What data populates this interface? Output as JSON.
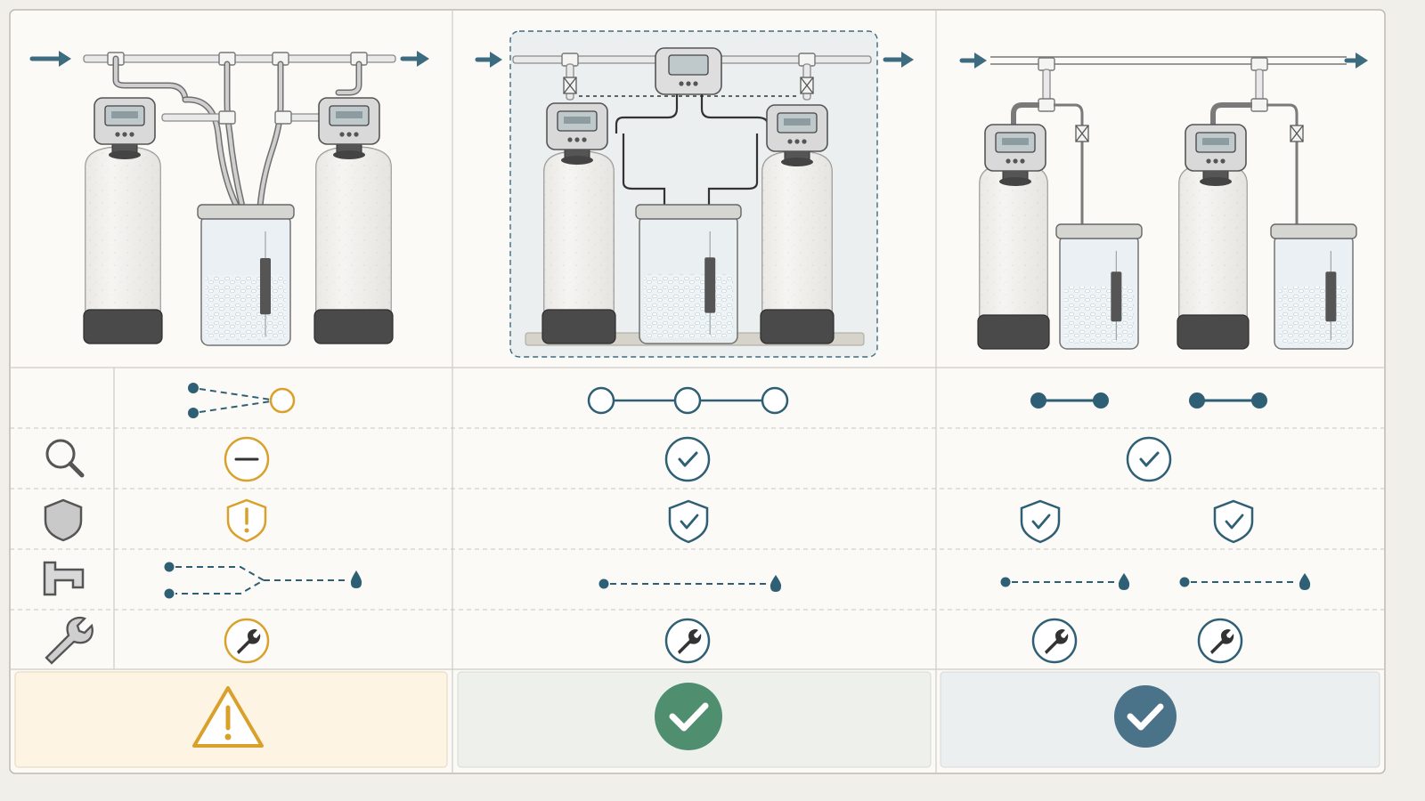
{
  "colors": {
    "background": "#f1efe9",
    "panel": "#fbfaf6",
    "grid_line": "#cfccc4",
    "dashed_line": "#c9c6bf",
    "teal_blue": "#2f5f75",
    "arrow_blue": "#3d6b80",
    "amber": "#d9a12b",
    "green": "#4f8f6f",
    "slate_check": "#4a7289",
    "warn_fill": "#fdf4e4",
    "ok_fill": "#eef0ec",
    "ok_fill_blue": "#eceff0",
    "tank_white": "#f0efec",
    "tank_base": "#4a4a4a",
    "pipe": "#e9e9e9",
    "pipe_stroke": "#8a8a8a",
    "salt": "#dfe8ee"
  },
  "legend_icons": [
    "magnifier-icon",
    "shield-icon",
    "faucet-icon",
    "wrench-icon"
  ],
  "configurations": [
    {
      "id": "dual-tank-shared-brine",
      "topology": "two-inputs-merge-to-one",
      "inspection": "minus-icon",
      "protection": [
        "shield-warning-icon"
      ],
      "flow": "two-lines-merge-to-drop",
      "service": [
        "wrench-icon"
      ],
      "verdict": "warning-triangle-icon"
    },
    {
      "id": "dual-tank-central-controller",
      "topology": "three-nodes-in-series",
      "inspection": "check-circle-icon",
      "protection": [
        "shield-check-icon"
      ],
      "flow": "single-line-to-drop",
      "service": [
        "wrench-icon"
      ],
      "verdict": "check-circle-green-icon"
    },
    {
      "id": "two-independent-systems",
      "topology": "two-separate-pairs",
      "inspection": "check-circle-icon",
      "protection": [
        "shield-check-icon",
        "shield-check-icon"
      ],
      "flow": "two-separate-lines-to-drop",
      "service": [
        "wrench-icon",
        "wrench-icon"
      ],
      "verdict": "check-circle-slate-icon"
    }
  ]
}
